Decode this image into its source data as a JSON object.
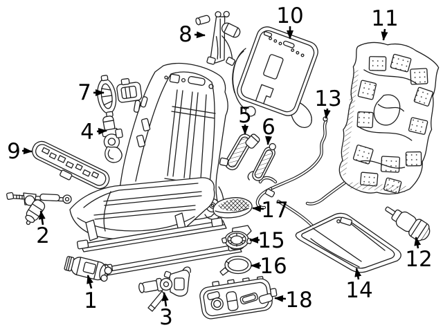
{
  "palette": {
    "background": "#ffffff",
    "line_art": "#1c1c1c",
    "label_text": "#000000"
  },
  "callouts": [
    {
      "label": "1"
    },
    {
      "label": "2"
    },
    {
      "label": "3"
    },
    {
      "label": "4"
    },
    {
      "label": "5"
    },
    {
      "label": "6"
    },
    {
      "label": "7"
    },
    {
      "label": "8"
    },
    {
      "label": "9"
    },
    {
      "label": "10"
    },
    {
      "label": "11"
    },
    {
      "label": "12"
    },
    {
      "label": "13"
    },
    {
      "label": "14"
    },
    {
      "label": "15"
    },
    {
      "label": "16"
    },
    {
      "label": "17"
    },
    {
      "label": "18"
    }
  ]
}
